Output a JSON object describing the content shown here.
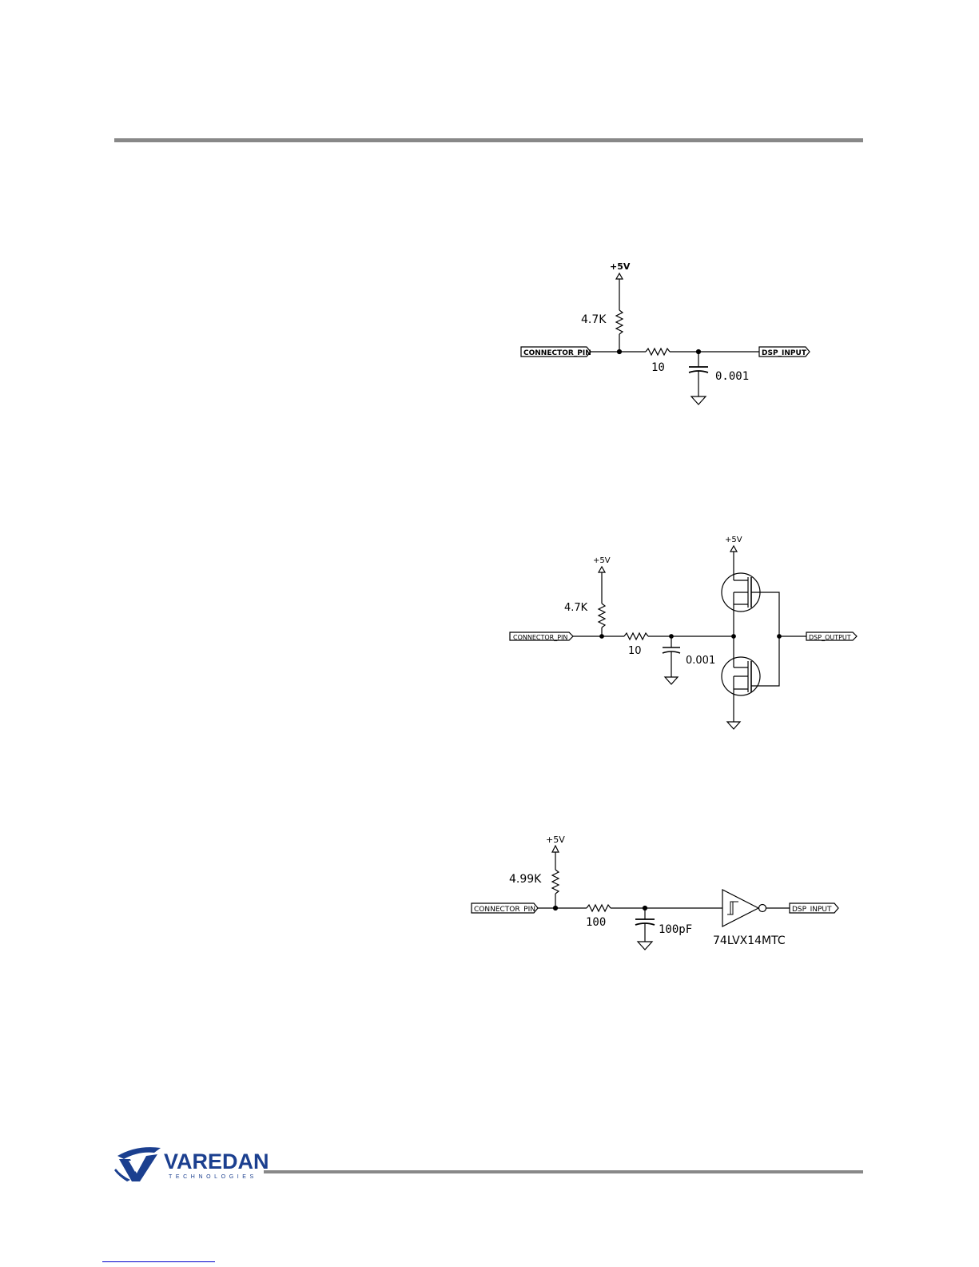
{
  "logo": {
    "brand": "VAREDAN",
    "tagline": "TECHNOLOGIES",
    "icon": "v-swoosh-logo-icon"
  },
  "schematics": [
    {
      "supply": "+5V",
      "pullup": "4.7K",
      "series_r": "10",
      "cap": "0.001",
      "in_port": "CONNECTOR_PIN",
      "out_port": "DSP_INPUT"
    },
    {
      "supply_left": "+5V",
      "supply_right": "+5V",
      "pullup": "4.7K",
      "series_r": "10",
      "cap": "0.001",
      "in_port": "CONNECTOR_PIN",
      "out_port": "DSP_OUTPUT"
    },
    {
      "supply": "+5V",
      "pullup": "4.99K",
      "series_r": "100",
      "cap": "100pF",
      "gate": "74LVX14MTC",
      "in_port": "CONNECTOR_PIN",
      "out_port": "DSP_INPUT"
    }
  ]
}
